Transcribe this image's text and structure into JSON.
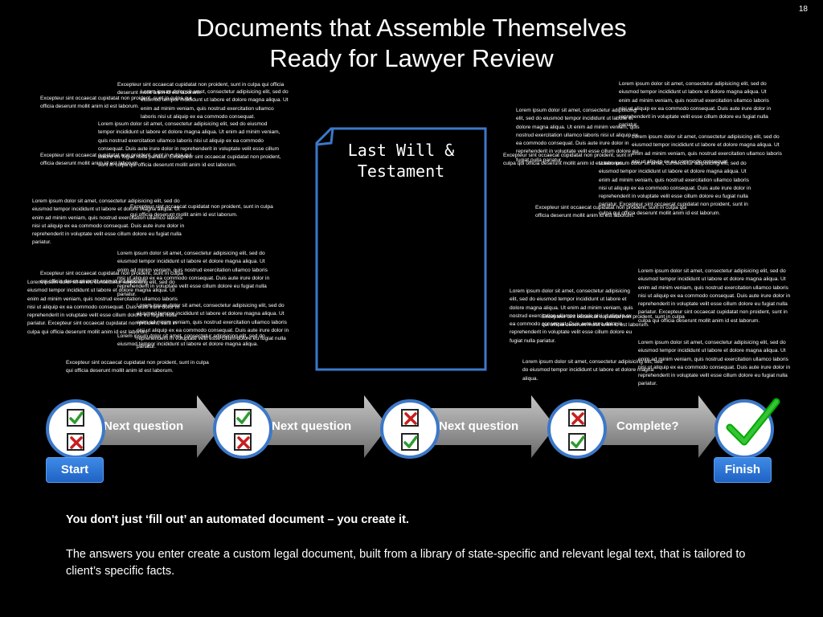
{
  "slide_number": "18",
  "title_line1": "Documents that Assemble Themselves",
  "title_line2": "Ready for Lawyer Review",
  "document_label": "Last  Will &\nTestament",
  "steps": [
    {
      "label": "Next question"
    },
    {
      "label": "Next question"
    },
    {
      "label": "Next question"
    },
    {
      "label": "Complete?"
    }
  ],
  "start_label": "Start",
  "finish_label": "Finish",
  "footer_bold": "You don't just ‘fill out’ an automated document – you create it.",
  "footer_text": "The answers you enter create a custom legal document, built from a library of state-specific and relevant legal text, that is tailored to client’s specific facts.",
  "colors": {
    "accent_blue": "#3c78c8",
    "check_green": "#2f9a2f",
    "cross_red": "#c81e1e"
  },
  "fragments": [
    {
      "text": "Excepteur sint occaecat cupidatat non proident, sunt in culpa qui officia deserunt mollit anim id est laborum."
    },
    {
      "text": "Lorem ipsum dolor sit amet, consectetur adipisicing elit, sed do eiusmod tempor incididunt ut labore et dolore magna aliqua. Ut enim ad minim veniam, quis nostrud exercitation ullamco laboris nisi ut aliquip ex ea commodo consequat."
    },
    {
      "text": "Excepteur sint occaecat cupidatat non proident, sunt in culpa qui officia deserunt mollit anim id est laborum."
    },
    {
      "text": "Lorem ipsum dolor sit amet, consectetur adipisicing elit, sed do eiusmod tempor incididunt ut labore et dolore magna aliqua. Ut enim ad minim veniam, quis nostrud exercitation ullamco laboris nisi ut aliquip ex ea commodo consequat. Duis aute irure dolor in reprehenderit in voluptate velit esse cillum dolore eu fugiat nulla pariatur. Excepteur sint occaecat cupidatat non proident, sunt in culpa qui officia deserunt mollit anim id est laborum."
    },
    {
      "text": "Excepteur sint occaecat cupidatat non proident, sunt in culpa qui officia deserunt mollit anim id est laborum."
    },
    {
      "text": "Lorem ipsum dolor sit amet, consectetur adipisicing elit, sed do eiusmod tempor incididunt ut labore et dolore magna aliqua. Ut enim ad minim veniam, quis nostrud exercitation ullamco laboris nisi ut aliquip ex ea commodo consequat. Duis aute irure dolor in reprehenderit in voluptate velit esse cillum dolore eu fugiat nulla pariatur."
    },
    {
      "text": "Excepteur sint occaecat cupidatat non proident, sunt in culpa qui officia deserunt mollit anim id est laborum."
    },
    {
      "text": "Lorem ipsum dolor sit amet, consectetur adipisicing elit, sed do eiusmod tempor incididunt ut labore et dolore magna aliqua. Ut enim ad minim veniam, quis nostrud exercitation ullamco laboris nisi ut aliquip ex ea commodo consequat. Duis aute irure dolor in reprehenderit in voluptate velit esse cillum dolore eu fugiat nulla pariatur."
    },
    {
      "text": "Excepteur sint occaecat cupidatat non proident, sunt in culpa qui officia deserunt mollit anim id est laborum."
    },
    {
      "text": "Lorem ipsum dolor sit amet, consectetur adipisicing elit, sed do eiusmod tempor incididunt ut labore et dolore magna aliqua. Ut enim ad minim veniam, quis nostrud exercitation ullamco laboris nisi ut aliquip ex ea commodo consequat. Duis aute irure dolor in reprehenderit in voluptate velit esse cillum dolore eu fugiat nulla pariatur. Excepteur sint occaecat cupidatat non proident, sunt in culpa qui officia deserunt mollit anim id est laborum."
    },
    {
      "text": "Lorem ipsum dolor sit amet, consectetur adipisicing elit, sed do eiusmod tempor incididunt ut labore et dolore magna aliqua. Ut enim ad minim veniam, quis nostrud exercitation ullamco laboris nisi ut aliquip ex ea commodo consequat. Duis aute irure dolor in reprehenderit in voluptate velit esse cillum dolore eu fugiat nulla pariatur."
    },
    {
      "text": "Excepteur sint occaecat cupidatat non proident, sunt in culpa qui officia deserunt mollit anim id est laborum."
    },
    {
      "text": "Lorem ipsum dolor sit amet, consectetur adipisicing elit, sed do eiusmod tempor incididunt ut labore et dolore magna aliqua."
    },
    {
      "text": "Lorem ipsum dolor sit amet, consectetur adipisicing elit, sed do eiusmod tempor incididunt ut labore et dolore magna aliqua. Ut enim ad minim veniam, quis nostrud exercitation ullamco laboris nisi ut aliquip ex ea commodo consequat. Duis aute irure dolor in reprehenderit in voluptate velit esse cillum dolore eu fugiat nulla pariatur."
    },
    {
      "text": "Lorem ipsum dolor sit amet, consectetur adipisicing elit, sed do eiusmod tempor incididunt ut labore et dolore magna aliqua. Ut enim ad minim veniam, quis nostrud exercitation ullamco laboris nisi ut aliquip ex ea commodo consequat. Duis aute irure dolor in reprehenderit in voluptate velit esse cillum dolore eu fugiat nulla pariatur."
    },
    {
      "text": "Lorem ipsum dolor sit amet, consectetur adipisicing elit, sed do eiusmod tempor incididunt ut labore et dolore magna aliqua. Ut enim ad minim veniam, quis nostrud exercitation ullamco laboris nisi ut aliquip ex ea commodo consequat."
    },
    {
      "text": "Excepteur sint occaecat cupidatat non proident, sunt in culpa qui officia deserunt mollit anim id est laborum."
    },
    {
      "text": "Lorem ipsum dolor sit amet, consectetur adipisicing elit, sed do eiusmod tempor incididunt ut labore et dolore magna aliqua. Ut enim ad minim veniam, quis nostrud exercitation ullamco laboris nisi ut aliquip ex ea commodo consequat. Duis aute irure dolor in reprehenderit in voluptate velit esse cillum dolore eu fugiat nulla pariatur. Excepteur sint occaecat cupidatat non proident, sunt in culpa qui officia deserunt mollit anim id est laborum."
    },
    {
      "text": "Excepteur sint occaecat cupidatat non proident, sunt in culpa qui officia deserunt mollit anim id est laborum."
    },
    {
      "text": "Lorem ipsum dolor sit amet, consectetur adipisicing elit, sed do eiusmod tempor incididunt ut labore et dolore magna aliqua. Ut enim ad minim veniam, quis nostrud exercitation ullamco laboris nisi ut aliquip ex ea commodo consequat. Duis aute irure dolor in reprehenderit in voluptate velit esse cillum dolore eu fugiat nulla pariatur. Excepteur sint occaecat cupidatat non proident, sunt in culpa qui officia deserunt mollit anim id est laborum."
    },
    {
      "text": "Lorem ipsum dolor sit amet, consectetur adipisicing elit, sed do eiusmod tempor incididunt ut labore et dolore magna aliqua. Ut enim ad minim veniam, quis nostrud exercitation ullamco laboris nisi ut aliquip ex ea commodo consequat. Duis aute irure dolor in reprehenderit in voluptate velit esse cillum dolore eu fugiat nulla pariatur."
    },
    {
      "text": "Excepteur sint occaecat cupidatat non proident, sunt in culpa qui officia deserunt mollit anim id est laborum."
    },
    {
      "text": "Lorem ipsum dolor sit amet, consectetur adipisicing elit, sed do eiusmod tempor incididunt ut labore et dolore magna aliqua. Ut enim ad minim veniam, quis nostrud exercitation ullamco laboris nisi ut aliquip ex ea commodo consequat. Duis aute irure dolor in reprehenderit in voluptate velit esse cillum dolore eu fugiat nulla pariatur."
    },
    {
      "text": "Lorem ipsum dolor sit amet, consectetur adipisicing elit, sed do eiusmod tempor incididunt ut labore et dolore magna aliqua."
    }
  ]
}
